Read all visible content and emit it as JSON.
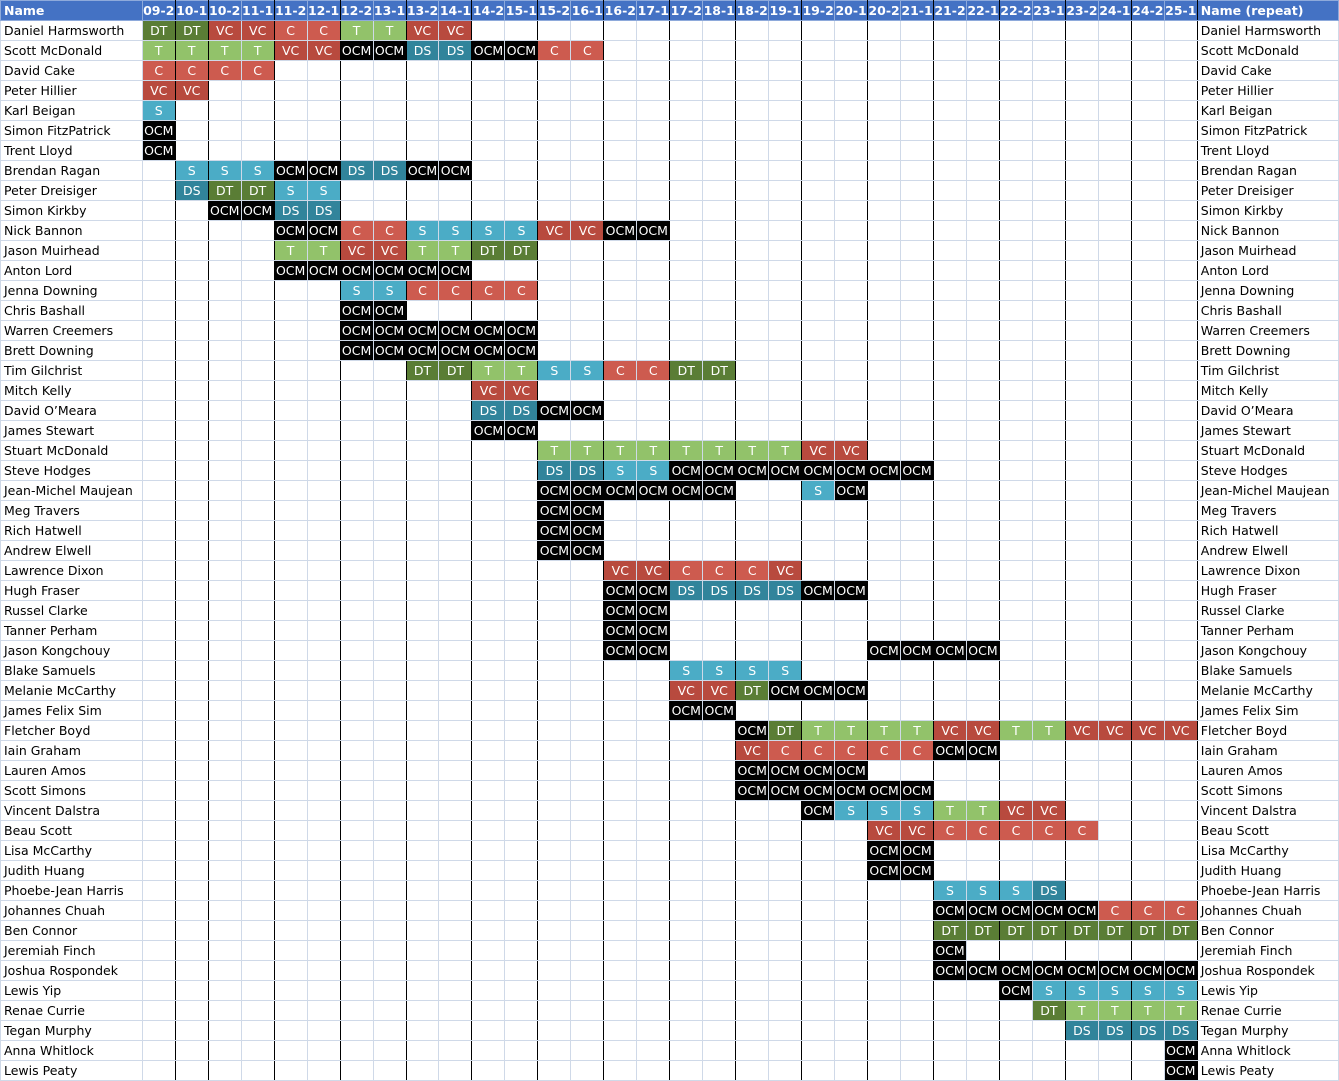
{
  "headers": {
    "name": "Name",
    "name_repeat": "Name (repeat)",
    "periods": [
      "09-2",
      "10-1",
      "10-2",
      "11-1",
      "11-2",
      "12-1",
      "12-2",
      "13-1",
      "13-2",
      "14-1",
      "14-2",
      "15-1",
      "15-2",
      "16-1",
      "16-2",
      "17-1",
      "17-2",
      "18-1",
      "18-2",
      "19-1",
      "19-2",
      "20-1",
      "20-2",
      "21-1",
      "21-2",
      "22-1",
      "22-2",
      "23-1",
      "23-2",
      "24-1",
      "24-2",
      "25-1"
    ]
  },
  "colors": {
    "header": "#4472c4",
    "T": "#92c26a",
    "DT": "#5a7d35",
    "VC": "#b84a3e",
    "C": "#cd5b4f",
    "S": "#4bacc6",
    "DS": "#31849b",
    "OCM": "#000000",
    "grid": "#cfd9e8"
  },
  "rows": [
    {
      "name": "Daniel Harmsworth",
      "start": 0,
      "codes": [
        "DT",
        "DT",
        "VC",
        "VC",
        "C",
        "C",
        "T",
        "T",
        "VC",
        "VC"
      ]
    },
    {
      "name": "Scott McDonald",
      "start": 0,
      "codes": [
        "T",
        "T",
        "T",
        "T",
        "VC",
        "VC",
        "OCM",
        "OCM",
        "DS",
        "DS",
        "OCM",
        "OCM",
        "C",
        "C"
      ]
    },
    {
      "name": "David Cake",
      "start": 0,
      "codes": [
        "C",
        "C",
        "C",
        "C"
      ]
    },
    {
      "name": "Peter Hillier",
      "start": 0,
      "codes": [
        "VC",
        "VC"
      ]
    },
    {
      "name": "Karl Beigan",
      "start": 0,
      "codes": [
        "S"
      ]
    },
    {
      "name": "Simon FitzPatrick",
      "start": 0,
      "codes": [
        "OCM"
      ]
    },
    {
      "name": "Trent Lloyd",
      "start": 0,
      "codes": [
        "OCM"
      ]
    },
    {
      "name": "Brendan Ragan",
      "start": 1,
      "codes": [
        "S",
        "S",
        "S",
        "OCM",
        "OCM",
        "DS",
        "DS",
        "OCM",
        "OCM"
      ]
    },
    {
      "name": "Peter Dreisiger",
      "start": 1,
      "codes": [
        "DS",
        "DT",
        "DT",
        "S",
        "S"
      ]
    },
    {
      "name": "Simon Kirkby",
      "start": 2,
      "codes": [
        "OCM",
        "OCM",
        "DS",
        "DS"
      ]
    },
    {
      "name": "Nick Bannon",
      "start": 4,
      "codes": [
        "OCM",
        "OCM",
        "C",
        "C",
        "S",
        "S",
        "S",
        "S",
        "VC",
        "VC",
        "OCM",
        "OCM"
      ]
    },
    {
      "name": "Jason Muirhead",
      "start": 4,
      "codes": [
        "T",
        "T",
        "VC",
        "VC",
        "T",
        "T",
        "DT",
        "DT"
      ]
    },
    {
      "name": "Anton Lord",
      "start": 4,
      "codes": [
        "OCM",
        "OCM",
        "OCM",
        "OCM",
        "OCM",
        "OCM"
      ]
    },
    {
      "name": "Jenna Downing",
      "start": 6,
      "codes": [
        "S",
        "S",
        "C",
        "C",
        "C",
        "C"
      ]
    },
    {
      "name": "Chris Bashall",
      "start": 6,
      "codes": [
        "OCM",
        "OCM"
      ]
    },
    {
      "name": "Warren Creemers",
      "start": 6,
      "codes": [
        "OCM",
        "OCM",
        "OCM",
        "OCM",
        "OCM",
        "OCM"
      ]
    },
    {
      "name": "Brett Downing",
      "start": 6,
      "codes": [
        "OCM",
        "OCM",
        "OCM",
        "OCM",
        "OCM",
        "OCM"
      ]
    },
    {
      "name": "Tim Gilchrist",
      "start": 8,
      "codes": [
        "DT",
        "DT",
        "T",
        "T",
        "S",
        "S",
        "C",
        "C",
        "DT",
        "DT"
      ]
    },
    {
      "name": "Mitch Kelly",
      "start": 10,
      "codes": [
        "VC",
        "VC"
      ]
    },
    {
      "name": "David O’Meara",
      "start": 10,
      "codes": [
        "DS",
        "DS",
        "OCM",
        "OCM"
      ]
    },
    {
      "name": "James Stewart",
      "start": 10,
      "codes": [
        "OCM",
        "OCM"
      ]
    },
    {
      "name": "Stuart McDonald",
      "start": 12,
      "codes": [
        "T",
        "T",
        "T",
        "T",
        "T",
        "T",
        "T",
        "T",
        "VC",
        "VC"
      ]
    },
    {
      "name": "Steve Hodges",
      "start": 12,
      "codes": [
        "DS",
        "DS",
        "S",
        "S",
        "OCM",
        "OCM",
        "OCM",
        "OCM",
        "OCM",
        "OCM",
        "OCM",
        "OCM"
      ]
    },
    {
      "name": "Jean-Michel Maujean",
      "start": 12,
      "codes": [
        "OCM",
        "OCM",
        "OCM",
        "OCM",
        "OCM",
        "OCM",
        "",
        "",
        "S",
        "OCM"
      ]
    },
    {
      "name": "Meg Travers",
      "start": 12,
      "codes": [
        "OCM",
        "OCM"
      ]
    },
    {
      "name": "Rich Hatwell",
      "start": 12,
      "codes": [
        "OCM",
        "OCM"
      ]
    },
    {
      "name": "Andrew Elwell",
      "start": 12,
      "codes": [
        "OCM",
        "OCM"
      ]
    },
    {
      "name": "Lawrence Dixon",
      "start": 14,
      "codes": [
        "VC",
        "VC",
        "C",
        "C",
        "C",
        "VC"
      ]
    },
    {
      "name": "Hugh Fraser",
      "start": 14,
      "codes": [
        "OCM",
        "OCM",
        "DS",
        "DS",
        "DS",
        "DS",
        "OCM",
        "OCM"
      ]
    },
    {
      "name": "Russel Clarke",
      "start": 14,
      "codes": [
        "OCM",
        "OCM"
      ]
    },
    {
      "name": "Tanner Perham",
      "start": 14,
      "codes": [
        "OCM",
        "OCM"
      ]
    },
    {
      "name": "Jason Kongchouy",
      "start": 14,
      "codes": [
        "OCM",
        "OCM",
        "",
        "",
        "",
        "",
        "",
        "",
        "OCM",
        "OCM",
        "OCM",
        "OCM"
      ]
    },
    {
      "name": "Blake Samuels",
      "start": 16,
      "codes": [
        "S",
        "S",
        "S",
        "S"
      ]
    },
    {
      "name": "Melanie McCarthy",
      "start": 16,
      "codes": [
        "VC",
        "VC",
        "DT",
        "OCM",
        "OCM",
        "OCM"
      ]
    },
    {
      "name": "James Felix Sim",
      "start": 16,
      "codes": [
        "OCM",
        "OCM"
      ]
    },
    {
      "name": "Fletcher Boyd",
      "start": 18,
      "codes": [
        "OCM",
        "DT",
        "T",
        "T",
        "T",
        "T",
        "VC",
        "VC",
        "T",
        "T",
        "VC",
        "VC",
        "VC",
        "VC"
      ]
    },
    {
      "name": "Iain Graham",
      "start": 18,
      "codes": [
        "VC",
        "C",
        "C",
        "C",
        "C",
        "C",
        "OCM",
        "OCM"
      ]
    },
    {
      "name": "Lauren Amos",
      "start": 18,
      "codes": [
        "OCM",
        "OCM",
        "OCM",
        "OCM"
      ]
    },
    {
      "name": "Scott Simons",
      "start": 18,
      "codes": [
        "OCM",
        "OCM",
        "OCM",
        "OCM",
        "OCM",
        "OCM"
      ]
    },
    {
      "name": "Vincent Dalstra",
      "start": 20,
      "codes": [
        "OCM",
        "S",
        "S",
        "S",
        "T",
        "T",
        "VC",
        "VC"
      ]
    },
    {
      "name": "Beau Scott",
      "start": 22,
      "codes": [
        "VC",
        "VC",
        "C",
        "C",
        "C",
        "C",
        "C"
      ]
    },
    {
      "name": "Lisa McCarthy",
      "start": 22,
      "codes": [
        "OCM",
        "OCM"
      ]
    },
    {
      "name": "Judith Huang",
      "start": 22,
      "codes": [
        "OCM",
        "OCM"
      ]
    },
    {
      "name": "Phoebe-Jean Harris",
      "start": 24,
      "codes": [
        "S",
        "S",
        "S",
        "DS"
      ]
    },
    {
      "name": "Johannes Chuah",
      "start": 24,
      "codes": [
        "OCM",
        "OCM",
        "OCM",
        "OCM",
        "OCM",
        "C",
        "C",
        "C"
      ]
    },
    {
      "name": "Ben Connor",
      "start": 24,
      "codes": [
        "DT",
        "DT",
        "DT",
        "DT",
        "DT",
        "DT",
        "DT",
        "DT"
      ]
    },
    {
      "name": "Jeremiah Finch",
      "start": 24,
      "codes": [
        "OCM"
      ]
    },
    {
      "name": "Joshua Rospondek",
      "start": 24,
      "codes": [
        "OCM",
        "OCM",
        "OCM",
        "OCM",
        "OCM",
        "OCM",
        "OCM",
        "OCM"
      ]
    },
    {
      "name": "Lewis Yip",
      "start": 26,
      "codes": [
        "OCM",
        "S",
        "S",
        "S",
        "S",
        "S"
      ]
    },
    {
      "name": "Renae Currie",
      "start": 27,
      "codes": [
        "DT",
        "T",
        "T",
        "T",
        "T"
      ]
    },
    {
      "name": "Tegan Murphy",
      "start": 28,
      "codes": [
        "DS",
        "DS",
        "DS",
        "DS"
      ]
    },
    {
      "name": "Anna Whitlock",
      "start": 31,
      "codes": [
        "OCM"
      ]
    },
    {
      "name": "Lewis Peaty",
      "start": 31,
      "codes": [
        "OCM"
      ]
    }
  ]
}
